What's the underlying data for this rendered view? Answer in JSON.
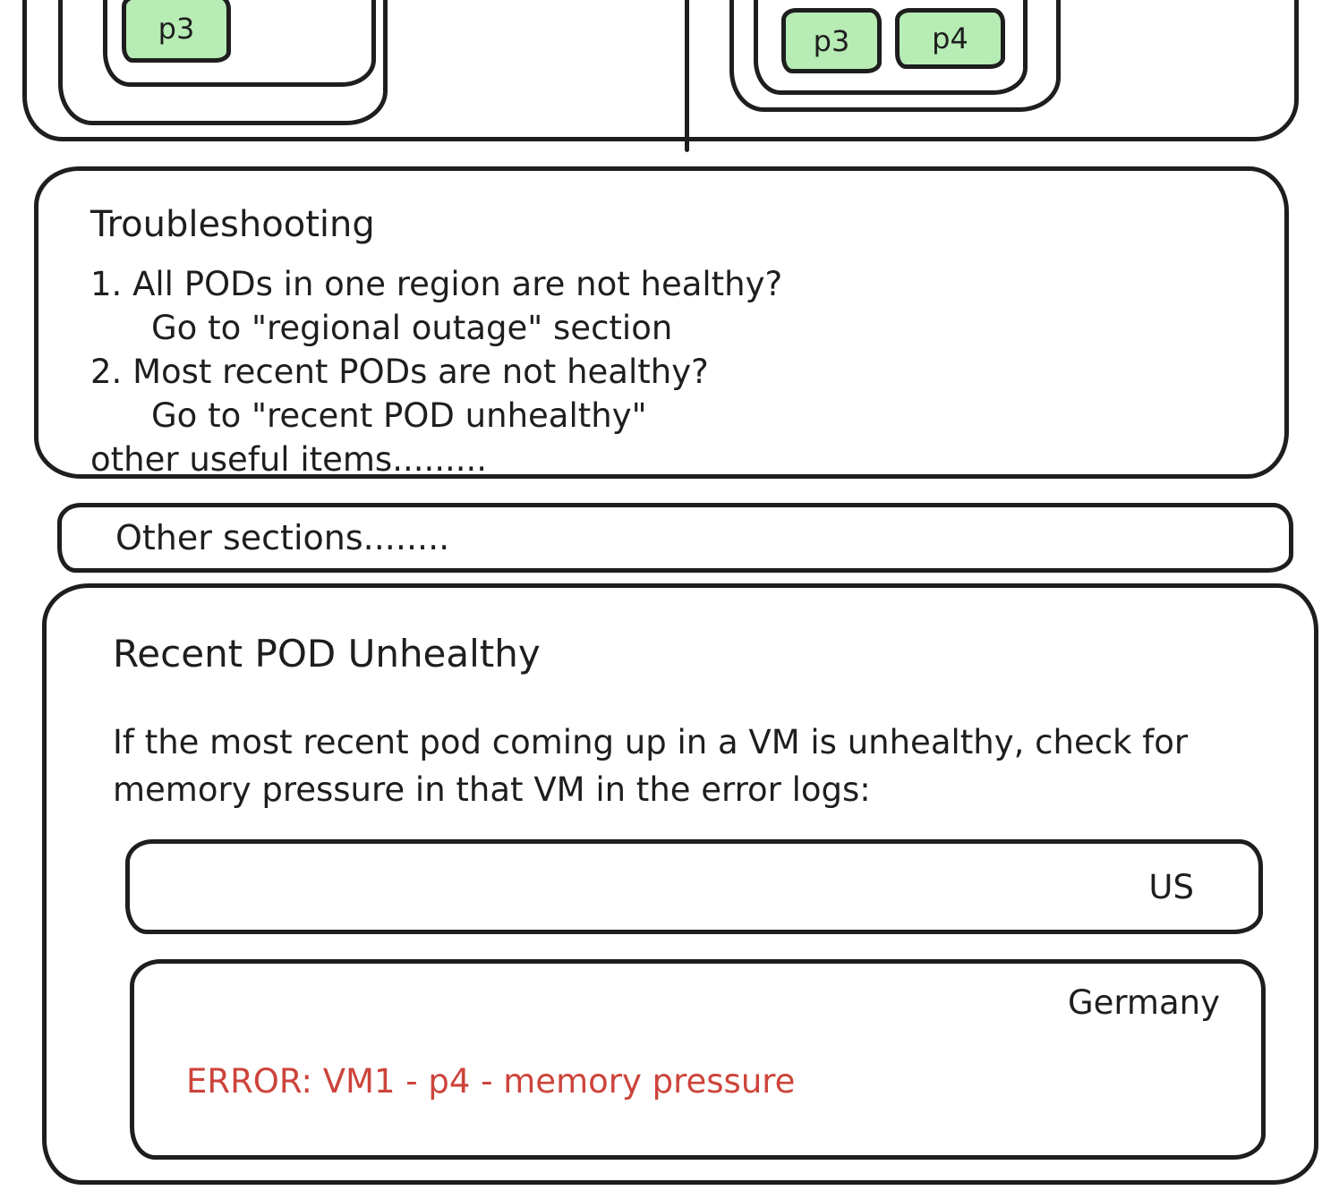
{
  "diagram": {
    "regions_panel": {
      "left_vm": {
        "pods": [
          "p3"
        ]
      },
      "right_vm": {
        "pods": [
          "p3",
          "p4"
        ]
      }
    },
    "troubleshooting": {
      "title": "Troubleshooting",
      "lines": [
        "1. All PODs in one region are not healthy?",
        "Go to \"regional outage\" section",
        "2. Most recent PODs are not healthy?",
        "Go to \"recent POD unhealthy\"",
        "other useful items........."
      ]
    },
    "other_sections": {
      "label": "Other sections........"
    },
    "recent_pod_unhealthy": {
      "title": "Recent POD Unhealthy",
      "body_lines": [
        "If the most recent pod coming up in a VM is unhealthy, check for",
        "memory pressure in that VM in the error logs:"
      ],
      "log_panels": [
        {
          "region": "US"
        },
        {
          "region": "Germany",
          "error": "ERROR: VM1 - p4 - memory pressure"
        }
      ]
    },
    "colors": {
      "ink": "#1e1e1e",
      "pod_fill": "#b7ecb5",
      "error_red": "#cd443b",
      "background": "#ffffff"
    }
  }
}
